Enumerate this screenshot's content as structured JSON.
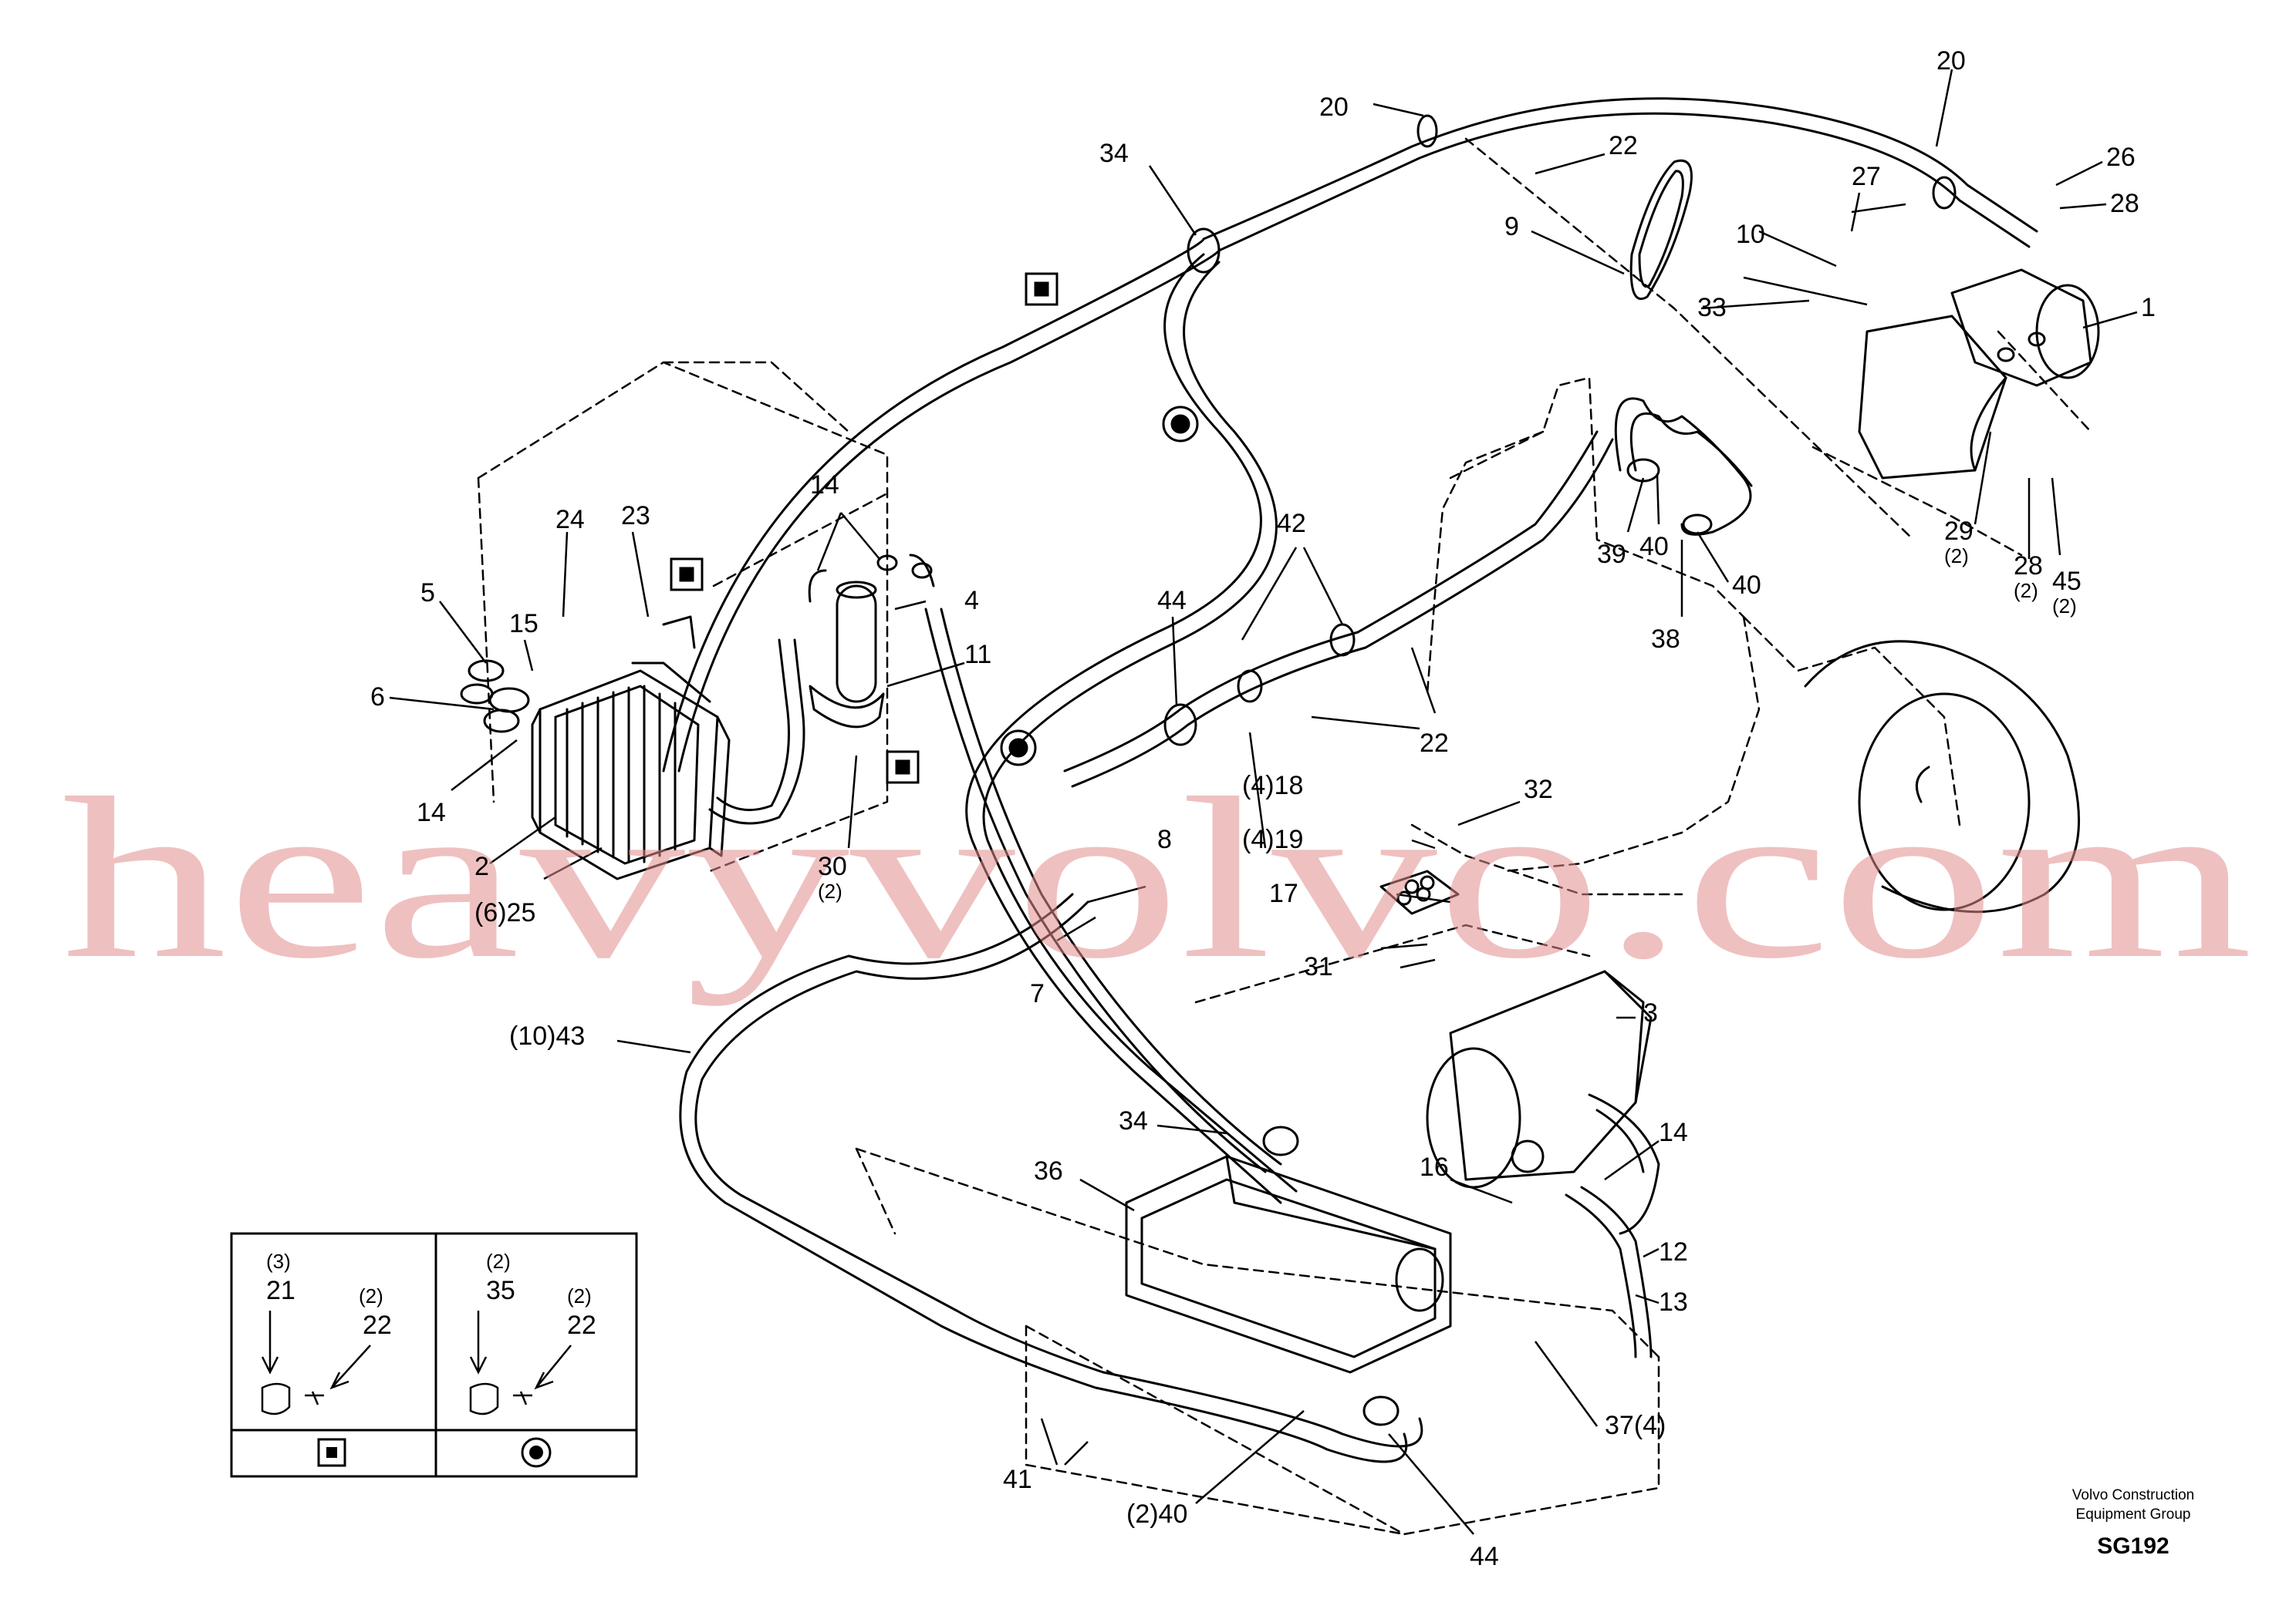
{
  "watermark": "heavyvolvo.com",
  "footer": {
    "company_line1": "Volvo Construction",
    "company_line2": "Equipment Group",
    "drawing_code": "SG192"
  },
  "callouts": {
    "c1": "1",
    "c2": "2",
    "c3": "3",
    "c5": "5",
    "c6": "6",
    "c7": "7",
    "c8": "8",
    "c9": "9",
    "c10": "10",
    "c11": "11",
    "c12": "12",
    "c13": "13",
    "c14a": "14",
    "c14b": "14",
    "c14c": "14",
    "c15": "15",
    "c16": "16",
    "c17": "17",
    "c20a": "20",
    "c20b": "20",
    "c22a": "22",
    "c22b": "22",
    "c23": "23",
    "c24": "24",
    "c26": "26",
    "c27": "27",
    "c28a": "28",
    "c31": "31",
    "c32": "32",
    "c33": "33",
    "c34a": "34",
    "c34b": "34",
    "c36": "36",
    "c38": "38",
    "c39": "39",
    "c40a": "40",
    "c40b": "40",
    "c41": "41",
    "c42": "42",
    "c44a": "44",
    "c44b": "44",
    "c4": "4",
    "q18": "(4)18",
    "q19": "(4)19",
    "q25": "(6)25",
    "q43": "(10)43",
    "q40": "(2)40",
    "q37": "37(4)",
    "c29": "29",
    "c29q": "(2)",
    "c28b": "28",
    "c28bq": "(2)",
    "c45": "45",
    "c45q": "(2)",
    "c30": "30",
    "c30q": "(2)"
  },
  "legend": {
    "left_num1": "21",
    "left_qty1": "(3)",
    "left_num2": "22",
    "left_qty2": "(2)",
    "right_num1": "35",
    "right_qty1": "(2)",
    "right_num2": "22",
    "right_qty2": "(2)"
  }
}
